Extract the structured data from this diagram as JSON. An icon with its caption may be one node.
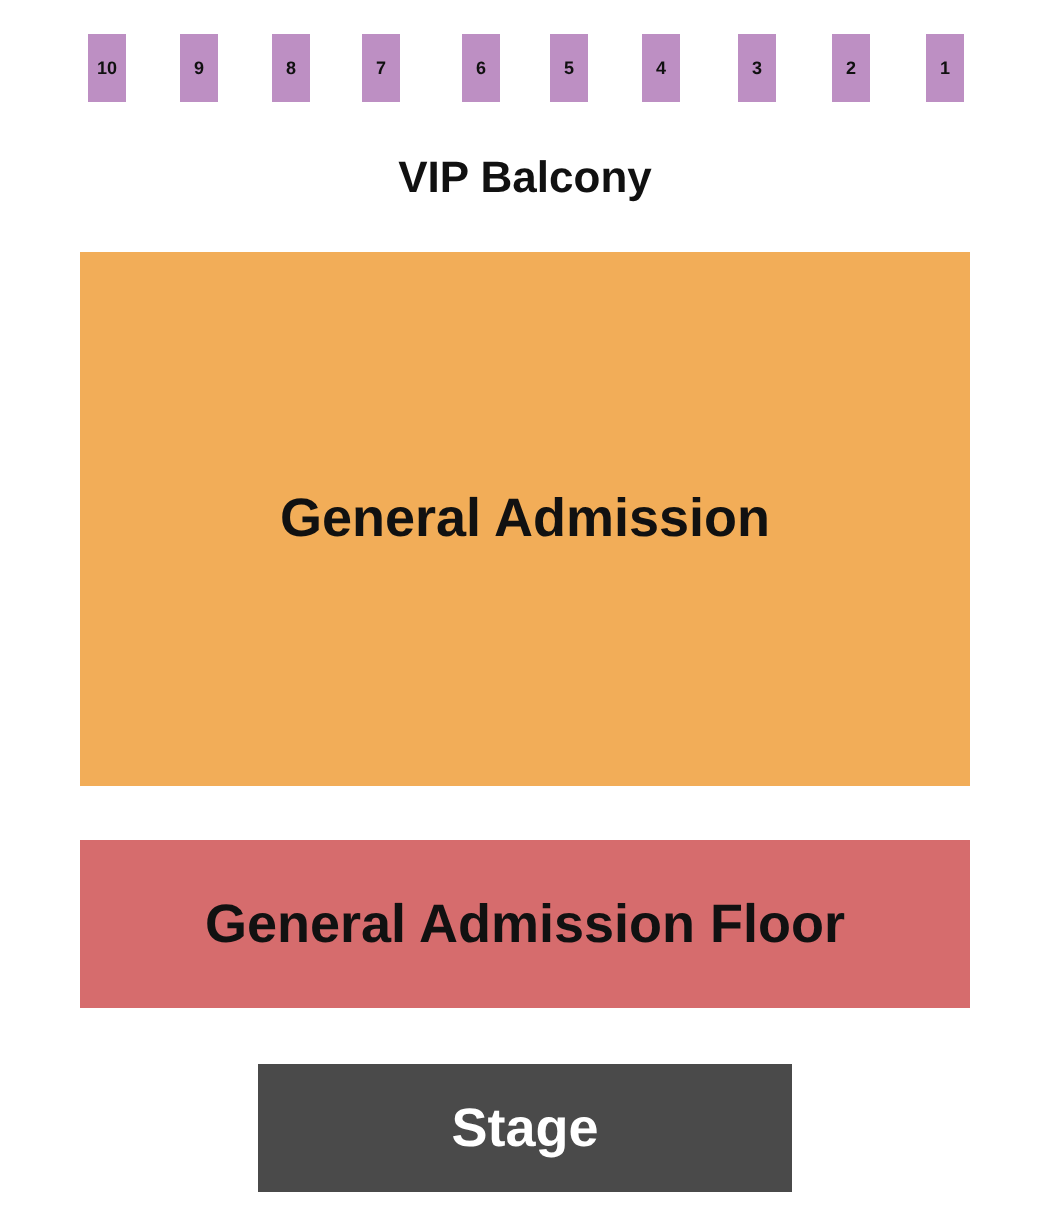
{
  "diagram": {
    "nodes": [
      {
        "text": [
          "10"
        ]
      },
      {
        "text": [
          "9"
        ]
      },
      {
        "text": [
          "8"
        ]
      },
      {
        "text": [
          "7"
        ]
      },
      {
        "text": [
          "6"
        ]
      },
      {
        "text": [
          "5"
        ]
      },
      {
        "text": [
          "4"
        ]
      },
      {
        "text": [
          "3"
        ]
      },
      {
        "text": [
          "2"
        ]
      },
      {
        "text": [
          "1"
        ]
      },
      {
        "text": [
          "General Admission"
        ]
      },
      {
        "text": [
          "General Admission Floor"
        ]
      },
      {
        "text": [
          "Stage"
        ]
      }
    ],
    "labels": [
      "VIP Balcony"
    ]
  }
}
